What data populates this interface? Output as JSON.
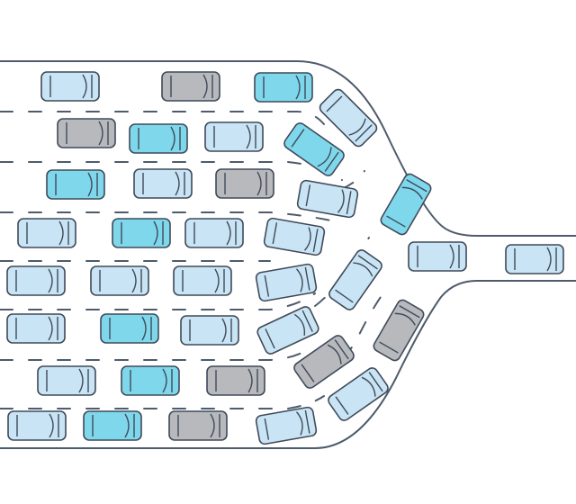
{
  "colors": {
    "background": "#ffffff",
    "road": "#ffffff",
    "outline": "#4d5b6c",
    "car_light_blue": "#c9e4f4",
    "car_cyan": "#7fd7ec",
    "car_gray": "#b7b9bd"
  },
  "cars": [
    "light_blue",
    "gray",
    "cyan",
    "gray",
    "cyan",
    "light_blue",
    "cyan",
    "light_blue",
    "gray",
    "light_blue",
    "cyan",
    "light_blue",
    "light_blue",
    "light_blue",
    "light_blue",
    "light_blue",
    "cyan",
    "light_blue",
    "light_blue",
    "cyan",
    "gray",
    "light_blue",
    "cyan",
    "gray",
    "light_blue",
    "cyan",
    "light_blue",
    "cyan",
    "light_blue",
    "light_blue",
    "light_blue",
    "light_blue",
    "gray",
    "light_blue",
    "gray",
    "light_blue",
    "light_blue",
    "light_blue",
    "light_blue"
  ]
}
